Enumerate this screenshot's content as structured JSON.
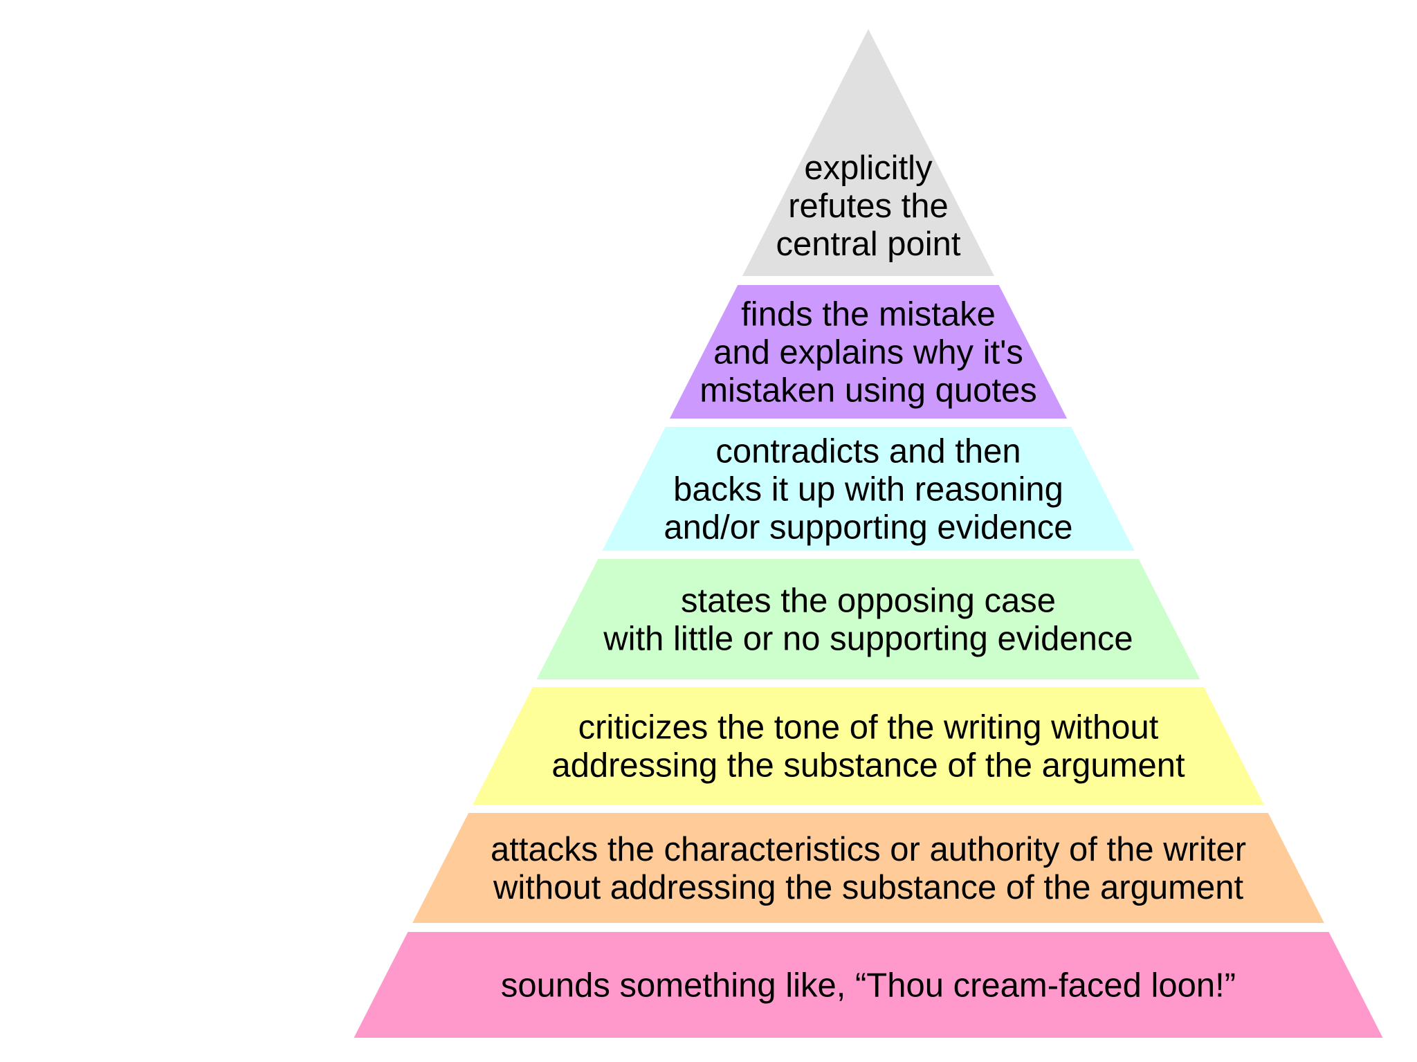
{
  "diagram": {
    "type": "pyramid",
    "title": "",
    "tiers": [
      {
        "level": 7,
        "color": "#E0E0E0",
        "lines": [
          "explicitly",
          "refutes the",
          "central point"
        ]
      },
      {
        "level": 6,
        "color": "#CC99FF",
        "lines": [
          "finds the mistake",
          "and explains why it's",
          "mistaken using quotes"
        ]
      },
      {
        "level": 5,
        "color": "#CCFFFF",
        "lines": [
          "contradicts and then",
          "backs it up with reasoning",
          "and/or supporting evidence"
        ]
      },
      {
        "level": 4,
        "color": "#CCFFCC",
        "lines": [
          "states the opposing case",
          "with little or no supporting evidence"
        ]
      },
      {
        "level": 3,
        "color": "#FFFF99",
        "lines": [
          "criticizes the tone of the writing without",
          "addressing the substance of the argument"
        ]
      },
      {
        "level": 2,
        "color": "#FFCC99",
        "lines": [
          "attacks the characteristics or authority of the writer",
          "without addressing the substance of the argument"
        ]
      },
      {
        "level": 1,
        "color": "#FF99CC",
        "lines": [
          "sounds something like, “Thou cream-faced loon!”"
        ]
      }
    ]
  }
}
